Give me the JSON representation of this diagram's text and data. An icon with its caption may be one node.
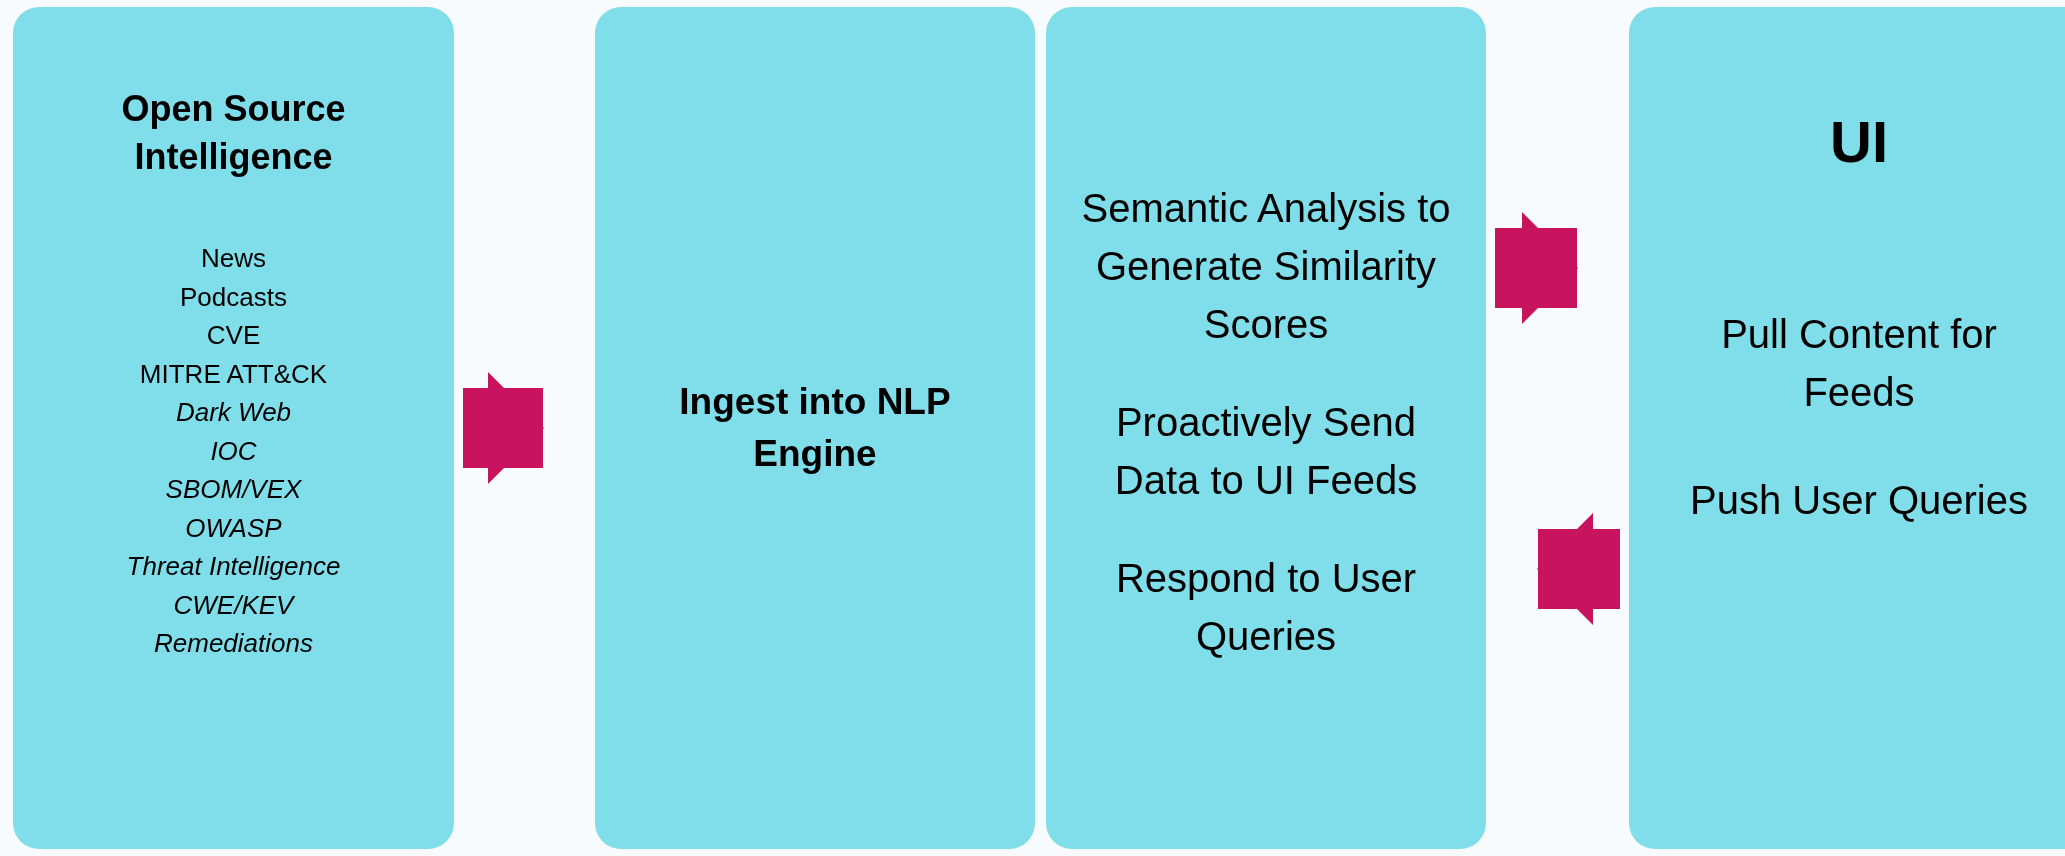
{
  "diagram": {
    "nodes": [
      {
        "text": [
          "Open Source Intelligence",
          "News",
          "Podcasts",
          "CVE",
          "MITRE ATT&CK",
          "Dark Web",
          "IOC",
          "SBOM/VEX",
          "OWASP",
          "Threat Intelligence",
          "CWE/KEV",
          "Remediations"
        ]
      },
      {
        "text": [
          "Ingest into NLP Engine"
        ]
      },
      {
        "text": [
          "Semantic Analysis to Generate Similarity Scores",
          "Proactively Send Data to UI Feeds",
          "Respond to User Queries"
        ]
      },
      {
        "text": [
          "UI",
          "Pull Content for Feeds",
          "Push User Queries"
        ]
      }
    ],
    "edges": [
      {
        "from": 0,
        "to": 1,
        "arrow": "to"
      },
      {
        "from": 2,
        "to": 3,
        "arrow": "to"
      },
      {
        "from": 3,
        "to": 2,
        "arrow": "to"
      }
    ]
  }
}
